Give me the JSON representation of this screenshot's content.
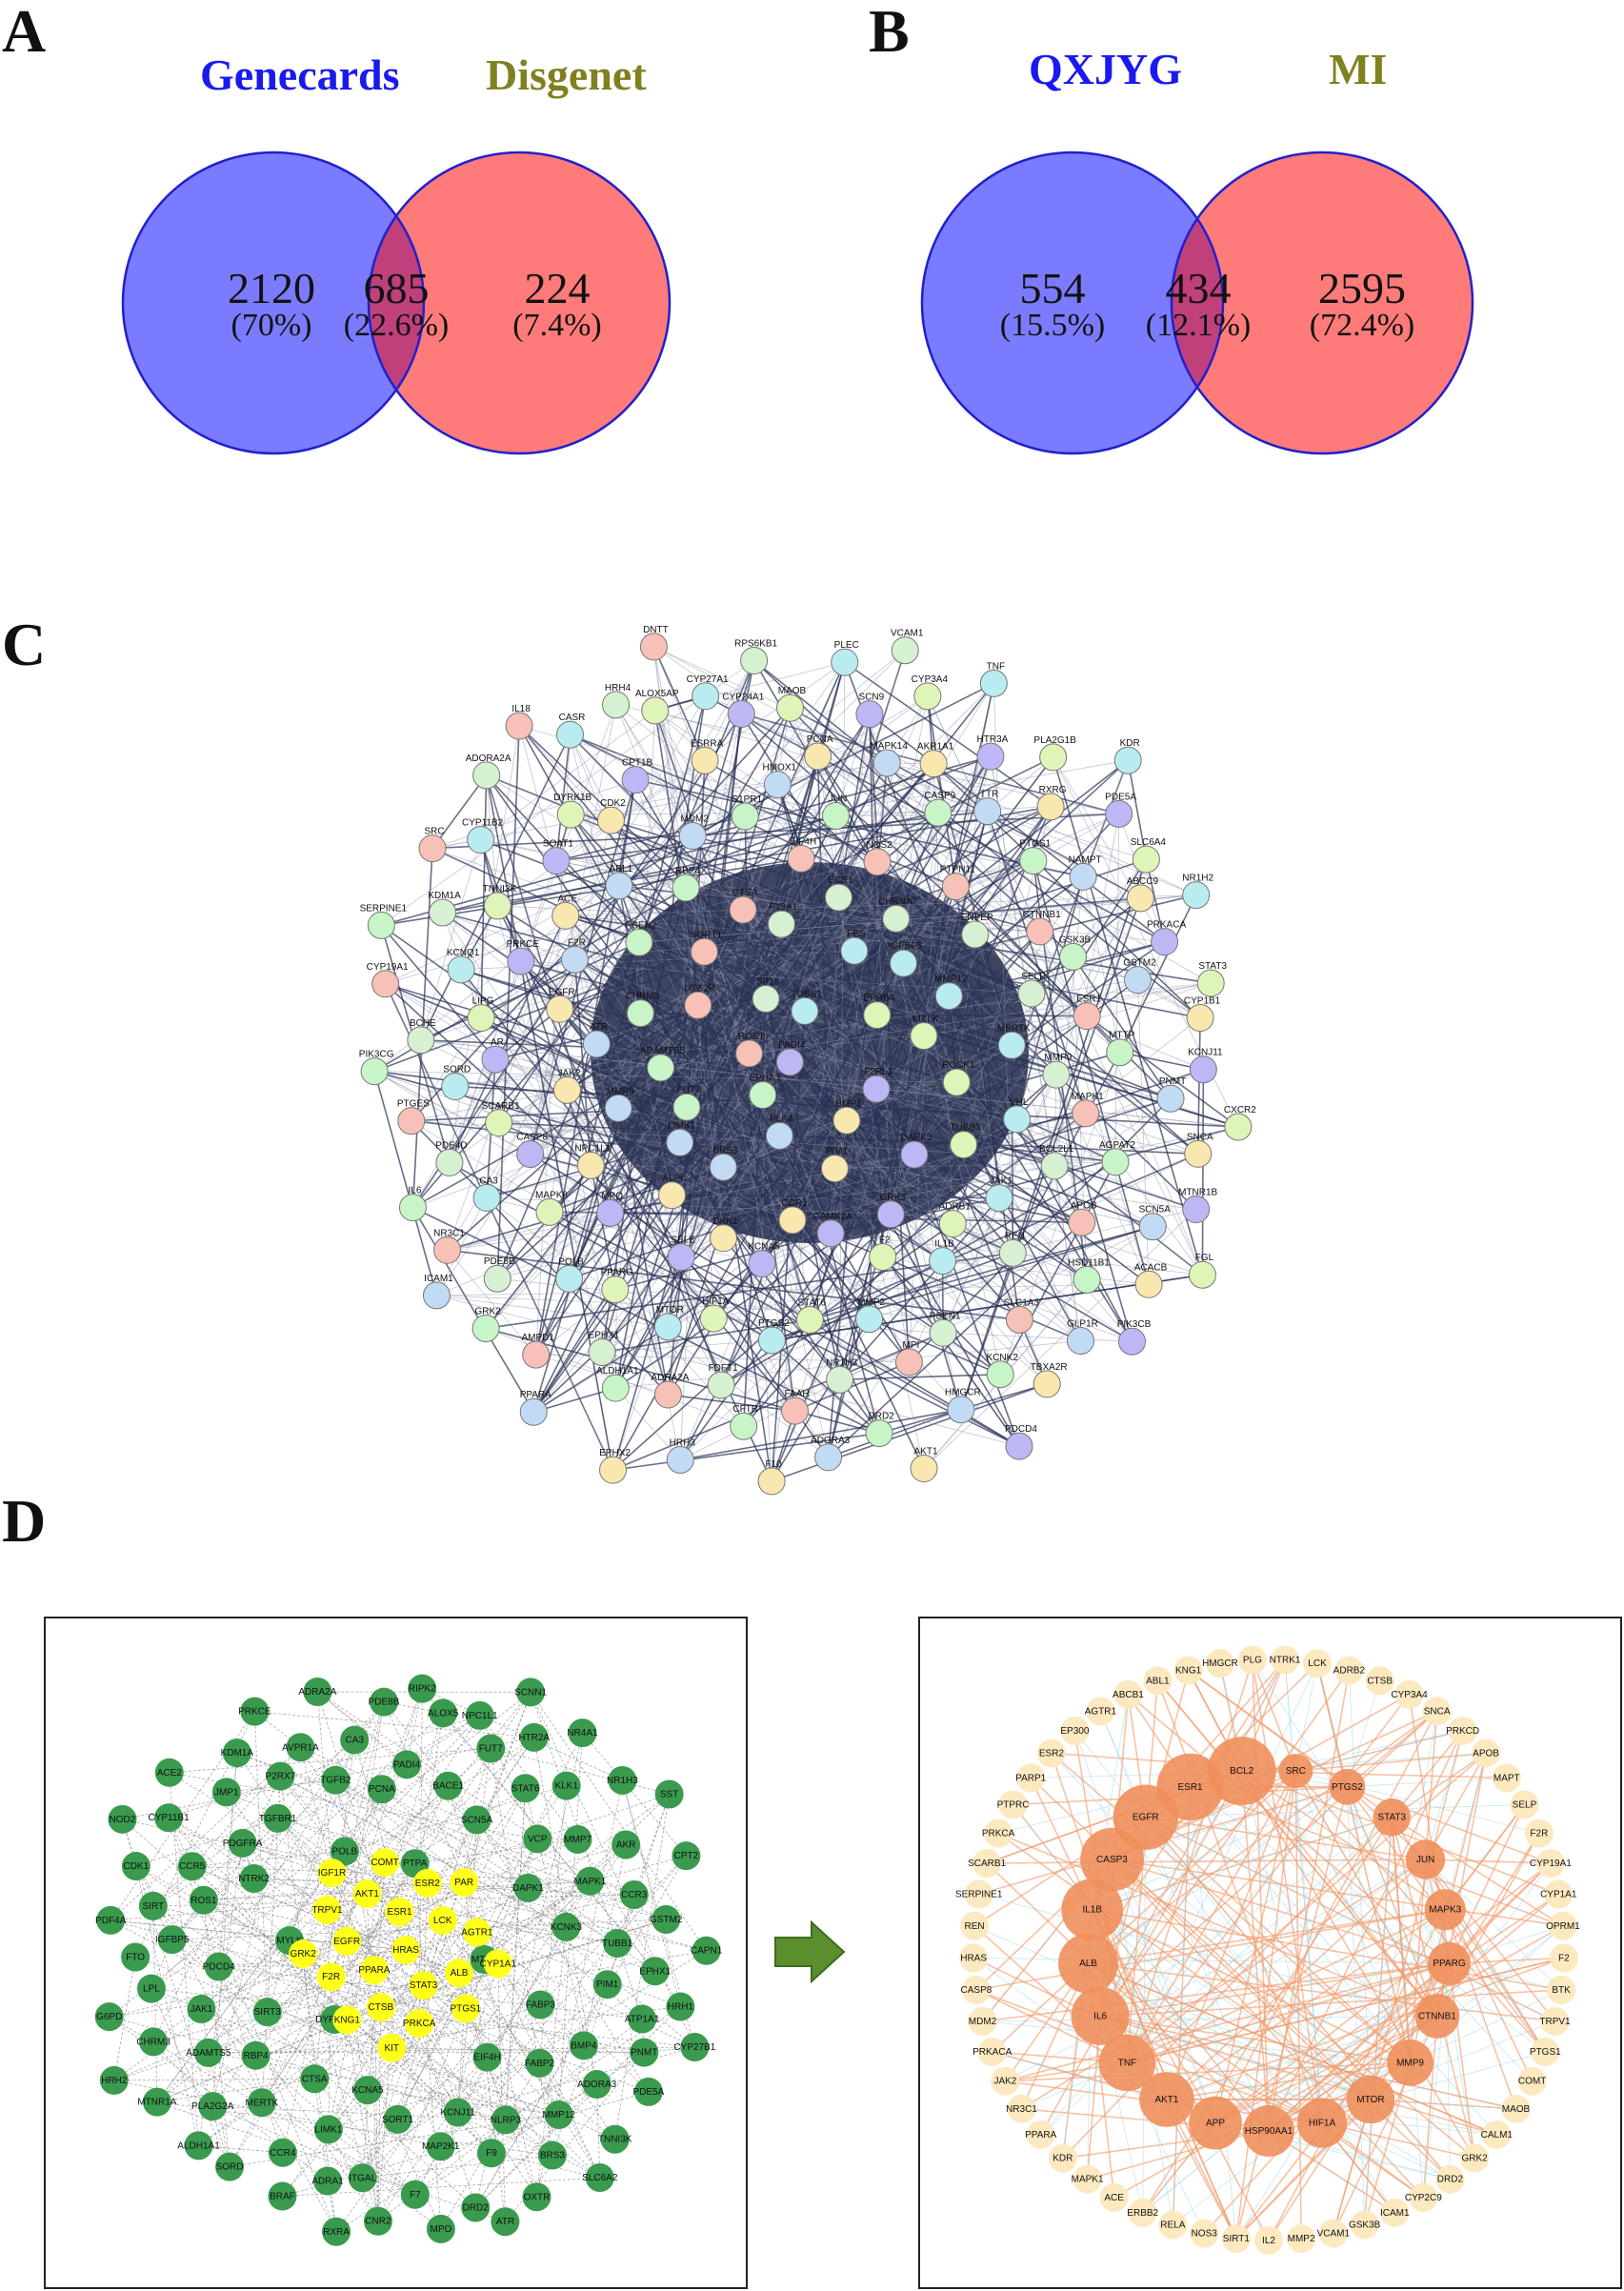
{
  "panels": {
    "a": {
      "letter": "A",
      "left_title": "Genecards",
      "right_title": "Disgenet",
      "left_count": "2120",
      "left_pct": "(70%)",
      "mid_count": "685",
      "mid_pct": "(22.6%)",
      "right_count": "224",
      "right_pct": "(7.4%)"
    },
    "b": {
      "letter": "B",
      "left_title": "QXJYG",
      "right_title": "MI",
      "left_count": "554",
      "left_pct": "(15.5%)",
      "mid_count": "434",
      "mid_pct": "(12.1%)",
      "right_count": "2595",
      "right_pct": "(72.4%)"
    },
    "c": {
      "letter": "C"
    },
    "d": {
      "letter": "D"
    }
  },
  "colors": {
    "left_title": "#1a1aee",
    "right_title": "#808020",
    "venn_left": "#7b7bff",
    "venn_right": "#ff7b79",
    "venn_mid": "#c0407c",
    "venn_border": "#2020cc",
    "string_palette": [
      "#bdb8f5",
      "#c8f5c8",
      "#b8ecf0",
      "#f9e7b0",
      "#f7c1b8",
      "#dff4b8",
      "#c2dbf5",
      "#d6f0d2"
    ],
    "edge_dark": "#1c2547",
    "green_node": "#3a9a4e",
    "yellow_node": "#ffff1a",
    "gray_edge": "#888888",
    "hub_edge": "#f39a6a",
    "hub_light": "#fde9c0",
    "hub_dark": "#f08f5c",
    "arrow": "#5b8f2e"
  },
  "panel_c": {
    "labels": [
      "PADI4",
      "EPHA3",
      "TUBB1",
      "BMP1",
      "ROS1",
      "EPHB4",
      "PLK4",
      "SP16",
      "F2RL1",
      "FUT7",
      "FES",
      "PIM1",
      "UTS2R",
      "MYLK",
      "BRS3",
      "F13A1",
      "DAPK3",
      "ADAMTS5",
      "IGFBP5",
      "CCR1",
      "SORT1",
      "ROCK1",
      "LIMK1",
      "ECE1",
      "GRK3",
      "CHRM3",
      "MMP12",
      "DKK1",
      "CTSA",
      "TUBB3",
      "MMP8",
      "CHRNA7",
      "CAMK2A",
      "PSEN2",
      "MERTK",
      "ALPL",
      "EIF4H",
      "ADRB1",
      "ATR",
      "ENPEP",
      "KCNA5",
      "RBP4",
      "VHL",
      "NPC1L1",
      "NOS2",
      "F2",
      "F2R",
      "SELP",
      "SELE",
      "S1PR1",
      "JAK1",
      "JAK2",
      "PTPN11",
      "STAT6",
      "ABL1",
      "MMP9",
      "MPO",
      "JUN",
      "IL1B",
      "EGFR",
      "CTNNB1",
      "HIF1A",
      "MDM2",
      "BCL2L1",
      "CASP8",
      "CASP9",
      "MMP2",
      "ACE",
      "ESR1",
      "PPARG",
      "HMOX1",
      "REN",
      "AR",
      "PTGS1",
      "PTGS2",
      "CDK2",
      "MAPK1",
      "MAPK8",
      "MAPK14",
      "PSEN1",
      "PRKCE",
      "GSK3B",
      "MTOR",
      "ESRRA",
      "APOB",
      "SCARB1",
      "TTR",
      "NR1H3",
      "SOAT1",
      "MTTP",
      "POLB",
      "PCNA",
      "SLC1A3",
      "LIPG",
      "NAMPT",
      "FDFT1",
      "CPT1B",
      "AGPAT2",
      "CA3",
      "AKR1A1",
      "MPI",
      "TNNI3K",
      "GSTM2",
      "EPHX1",
      "CYP24A1",
      "HSD11B1",
      "SORD",
      "RXRG",
      "FAAH",
      "DYRK1B",
      "PNMT",
      "PDE8B",
      "SCN9",
      "KCNK2",
      "KCNQ1",
      "ABCC9",
      "ADRA2A",
      "ALOX5AP",
      "SCN5A",
      "PDE4D",
      "HTR3A",
      "DRD2",
      "CYP11B2",
      "CYP1B1",
      "AMPD1",
      "MAOB",
      "GLP1R",
      "BCHE",
      "PDE5A",
      "CFTR",
      "CASR",
      "SNCA",
      "NR3C1",
      "CYP3A4",
      "HMGCR",
      "KDM1A",
      "PRKACA",
      "ALDH1A1",
      "CYP27A1",
      "ACACB",
      "PTGES",
      "PLA2G1B",
      "ADORA3",
      "ADORA2A",
      "KCNJ11",
      "GRK2",
      "PLEC",
      "TBXA2R",
      "CYP19A1",
      "SLC6A4",
      "HRH3",
      "HRH4",
      "MTNR1B",
      "IL6",
      "TNF",
      "AKT1",
      "SRC",
      "STAT3",
      "PPARA",
      "RPS6KB1",
      "PIK3CB",
      "PIK3CG",
      "KDR",
      "F10",
      "IL18",
      "CXCR2",
      "ICAM1",
      "VCAM1",
      "PDCD4",
      "SERPINE1",
      "NR1H2",
      "EPHX2",
      "DNTT",
      "FGL"
    ],
    "label_count_shown": 180
  },
  "panel_d_left": {
    "yellow_labels": [
      "HRAS",
      "PPARA",
      "ESR1",
      "STAT3",
      "EGFR",
      "LCK",
      "CTSB",
      "AKT1",
      "ALB",
      "F2R",
      "ESR2",
      "PRKCA",
      "TRPV1",
      "AGTR1",
      "KNG1",
      "COMT",
      "PTGS1",
      "GRK2",
      "PAR",
      "KIT",
      "IGF1R",
      "CYP1A1"
    ],
    "green_labels": [
      "MTTP",
      "DYRK1B",
      "PTPA",
      "EIF4H",
      "MYLK",
      "DAPK1",
      "KCNA5",
      "POLB",
      "FABP3",
      "SIRT3",
      "SCN5A",
      "KCNJ11",
      "NTRK2",
      "KCNK3",
      "CTSA",
      "PCNA",
      "FABP2",
      "PDCD4",
      "VCP",
      "SORT1",
      "TGFBR1",
      "PIM1",
      "RBP4",
      "BACE1",
      "NLRP3",
      "ROS1",
      "MAPK1",
      "LIMK1",
      "TGFB2",
      "BMP4",
      "JAK1",
      "STAT6",
      "MAP2K1",
      "PDGFRA",
      "TUBB1",
      "MERTK",
      "PADI4",
      "MMP12",
      "IGFBP5",
      "MMP7",
      "ITGAL",
      "P2RX7",
      "ATP1A1",
      "ADAMTS5",
      "FUT7",
      "F9",
      "CCR5",
      "CCR3",
      "CCR4",
      "CA3",
      "ADORA3",
      "LPL",
      "KLK1",
      "F7",
      "JMP1",
      "EPHX1",
      "PLA2G2A",
      "ALOX5",
      "BRS3",
      "SIRT",
      "AKR",
      "ADRA1",
      "AVPR1A",
      "PNMT",
      "CHRM3",
      "HTR2A",
      "DRD2",
      "CYP11B1",
      "GSTM2",
      "SORD",
      "PDE8B",
      "TNNI3K",
      "FTO",
      "NR1H3",
      "CNR2",
      "KDM1A",
      "HRH1",
      "MTNR1A",
      "NPC1L1",
      "OXTR",
      "CDK1",
      "CPT2",
      "BRAF",
      "ADRA2A",
      "PDE5A",
      "G6PD",
      "NR4A1",
      "MPO",
      "ACE2",
      "CAPN1",
      "ALDH1A1",
      "RIPK2",
      "SLC6A2",
      "PDF4A",
      "SST",
      "RXRA",
      "PRKCE",
      "CYP27B1",
      "HRH2",
      "SCNN1",
      "ATR",
      "NOD2"
    ],
    "label_count_shown": 120
  },
  "panel_d_right": {
    "outer_labels": [
      "NTRK1",
      "LCK",
      "ADRB2",
      "CTSB",
      "CYP3A4",
      "SNCA",
      "PRKCD",
      "APOB",
      "MAPT",
      "SELP",
      "F2R",
      "CYP19A1",
      "CYP1A1",
      "OPRM1",
      "F2",
      "BTK",
      "TRPV1",
      "PTGS1",
      "COMT",
      "MAOB",
      "CALM1",
      "GRK2",
      "DRD2",
      "CYP2C9",
      "ICAM1",
      "GSK3B",
      "VCAM1",
      "MMP2",
      "IL2",
      "SIRT1",
      "NOS3",
      "RELA",
      "ERBB2",
      "ACE",
      "MAPK1",
      "KDR",
      "PPARA",
      "NR3C1",
      "JAK2",
      "PRKACA",
      "MDM2",
      "CASP8",
      "HRAS",
      "REN",
      "SERPINE1",
      "SCARB1",
      "PRKCA",
      "PTPRC",
      "PARP1",
      "ESR2",
      "EP300",
      "AGTR1",
      "ABCB1",
      "ABL1",
      "KNG1",
      "HMGCR",
      "PLG"
    ],
    "inner_labels": [
      "SRC",
      "PTGS2",
      "STAT3",
      "JUN",
      "MAPK3",
      "PPARG",
      "CTNNB1",
      "MMP9",
      "MTOR",
      "HIF1A",
      "HSP90AA1",
      "APP",
      "AKT1",
      "TNF",
      "IL6",
      "ALB",
      "IL1B",
      "CASP3",
      "EGFR",
      "ESR1",
      "BCL2"
    ]
  }
}
